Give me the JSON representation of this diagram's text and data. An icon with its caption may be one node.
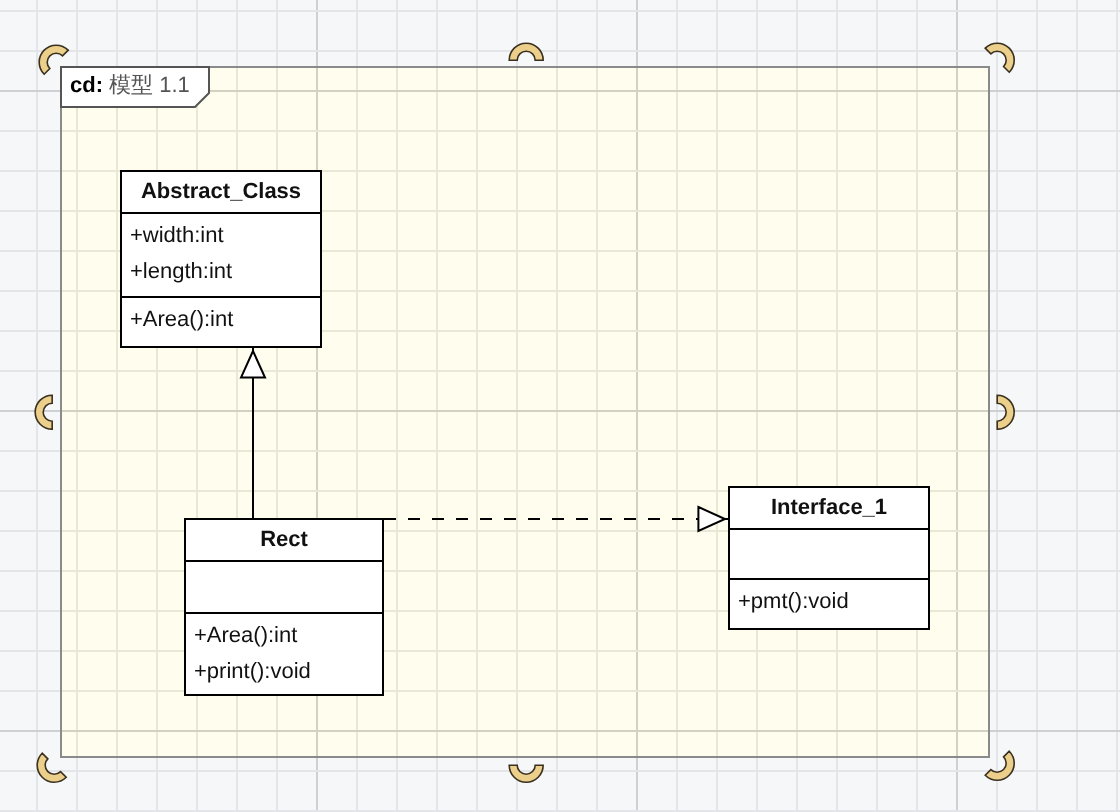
{
  "diagram": {
    "nodes": [
      {
        "text": [
          "**cd:** 模型 1.1"
        ]
      },
      {
        "text": [
          "Abstract_Class",
          "+width:int",
          "+length:int",
          "+Area():int"
        ],
        "in": 0
      },
      {
        "text": [
          "Rect",
          "+Area():int",
          "+print():void"
        ],
        "in": 0
      },
      {
        "text": [
          "Interface_1",
          "+pmt():void"
        ],
        "in": 0
      }
    ],
    "edges": [
      {
        "from": 2,
        "to": 1,
        "arrow": "to"
      },
      {
        "from": 2,
        "to": 3,
        "arrow": "to",
        "style": "dashed"
      }
    ]
  }
}
